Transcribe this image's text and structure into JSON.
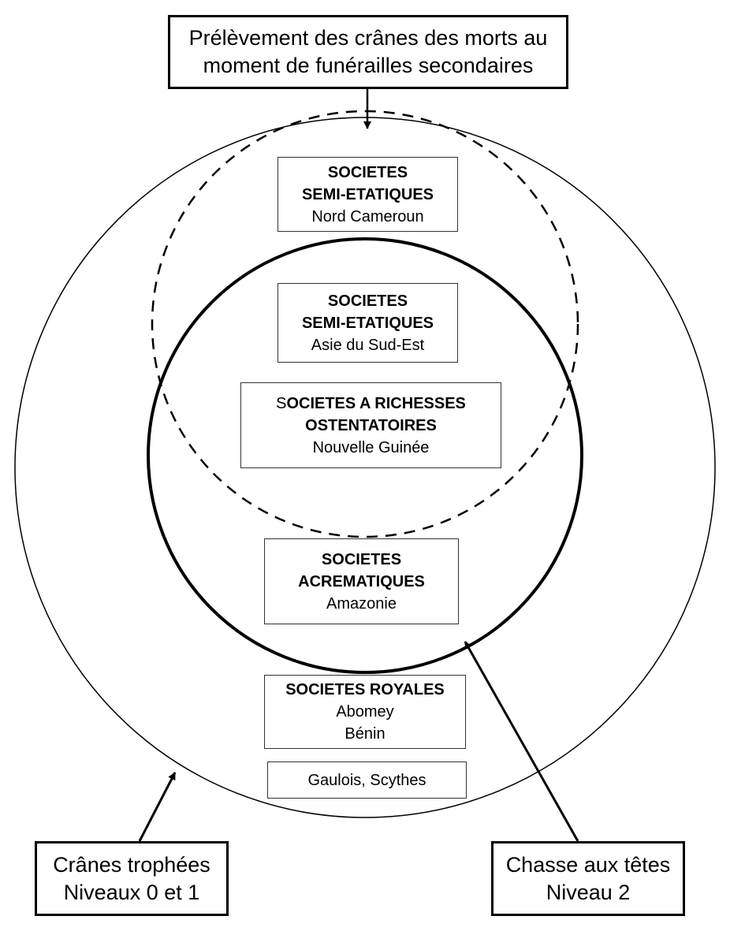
{
  "top_box": {
    "line1": "Prélèvement des crânes des morts au",
    "line2": "moment de funérailles secondaires"
  },
  "groups": {
    "nord_cameroun": {
      "title1": "SOCIETES",
      "title2": "SEMI-ETATIQUES",
      "region": "Nord Cameroun"
    },
    "asie": {
      "title1": "SOCIETES",
      "title2": "SEMI-ETATIQUES",
      "region": "Asie du Sud-Est"
    },
    "nouvelle_guinee": {
      "title1_first": "S",
      "title1_rest": "OCIETES A RICHESSES",
      "title2": "OSTENTATOIRES",
      "region": "Nouvelle Guinée"
    },
    "amazonie": {
      "title1": "SOCIETES",
      "title2": "ACREMATIQUES",
      "region": "Amazonie"
    },
    "royales": {
      "title": "SOCIETES ROYALES",
      "line2": "Abomey",
      "line3": "Bénin"
    },
    "gaulois": {
      "label": "Gaulois, Scythes"
    }
  },
  "bottom_left": {
    "line1": "Crânes trophées",
    "line2": "Niveaux 0 et 1"
  },
  "bottom_right": {
    "line1": "Chasse aux têtes",
    "line2": "Niveau 2"
  }
}
